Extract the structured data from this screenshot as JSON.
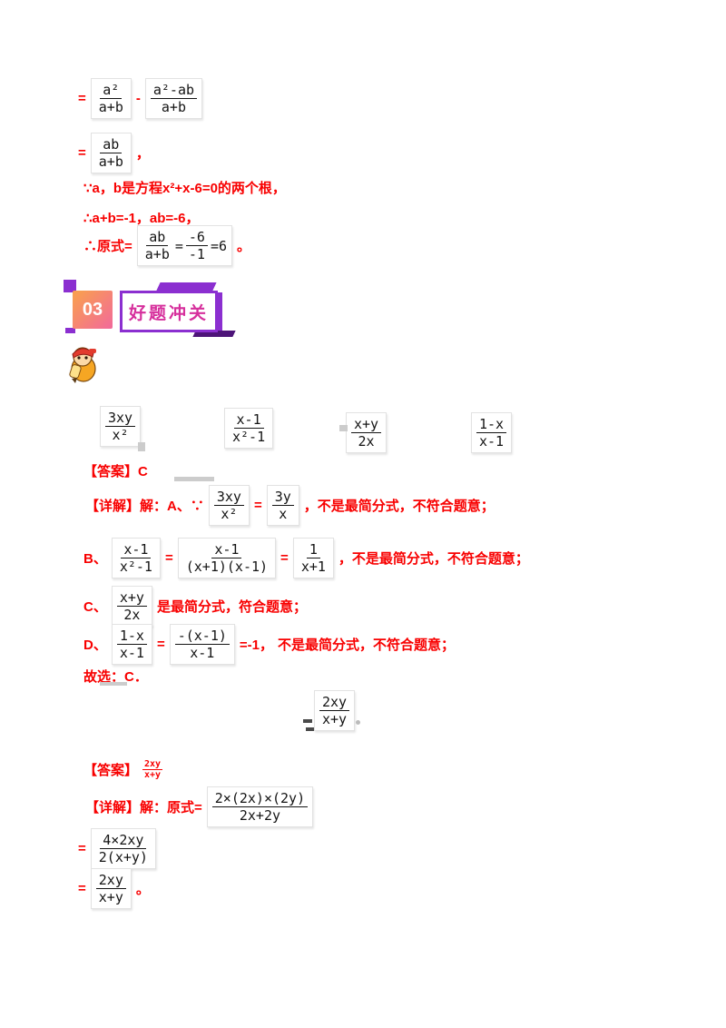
{
  "colors": {
    "accent_red": "#f80000",
    "badge_gradient_start": "#f9a24b",
    "badge_gradient_end": "#f2699b",
    "badge_border_purple": "#8b2fd0",
    "badge_title_magenta": "#d62f9c",
    "formula_text": "#141414"
  },
  "icons": {
    "mascot": "pencil-mascot"
  },
  "sol1": {
    "eq1": "=",
    "f1": {
      "num": "a²",
      "den": "a+b"
    },
    "minus": "-",
    "f2": {
      "num": "a²-ab",
      "den": "a+b"
    },
    "eq2": "=",
    "f3": {
      "num": "ab",
      "den": "a+b"
    },
    "comma": "，",
    "because": "∵a，b是方程x²+x-6=0的两个根，",
    "therefore": "∴a+b=-1，ab=-6，",
    "final_prefix": "∴原式=",
    "f4a": {
      "num": "ab",
      "den": "a+b"
    },
    "f4eq": "=",
    "f4b": {
      "num": "-6",
      "den": "-1"
    },
    "f4suffix": "=6",
    "period": "。"
  },
  "badge": {
    "number": "03",
    "title": "好题冲关"
  },
  "q1": {
    "options": [
      {
        "frac": {
          "num": "3xy",
          "den": "x²"
        }
      },
      {
        "frac": {
          "num": "x-1",
          "den": "x²-1"
        }
      },
      {
        "frac": {
          "num": "x+y",
          "den": "2x"
        }
      },
      {
        "frac": {
          "num": "1-x",
          "den": "x-1"
        }
      }
    ],
    "answer_line": "【答案】C",
    "a_prefix": "【详解】解：A、∵",
    "a_f1": {
      "num": "3xy",
      "den": "x²"
    },
    "a_eq": "=",
    "a_f2": {
      "num": "3y",
      "den": "x"
    },
    "a_suffix": "，不是最简分式，不符合题意；",
    "b_label": "B、",
    "b_f1": {
      "num": "x-1",
      "den": "x²-1"
    },
    "b_eq1": "=",
    "b_f2": {
      "num": "x-1",
      "den": "(x+1)(x-1)"
    },
    "b_eq2": "=",
    "b_f3": {
      "num": "1",
      "den": "x+1"
    },
    "b_suffix": "，不是最简分式，不符合题意；",
    "c_label": "C、",
    "c_f": {
      "num": "x+y",
      "den": "2x"
    },
    "c_suffix": "是最简分式，符合题意；",
    "d_label": "D、",
    "d_f1": {
      "num": "1-x",
      "den": "x-1"
    },
    "d_eq": "=",
    "d_f2": {
      "num": "-(x-1)",
      "den": "x-1"
    },
    "d_suffix1": "=-1，",
    "d_suffix2": "不是最简分式，不符合题意；",
    "conclusion": "故选：C．"
  },
  "q2": {
    "blank_frac": {
      "num": "2xy",
      "den": "x+y"
    },
    "answer_label": "【答案】",
    "answer_frac": {
      "num": "2xy",
      "den": "x+y"
    },
    "detail_prefix": "【详解】解：原式=",
    "f1": {
      "num": "2×(2x)×(2y)",
      "den": "2x+2y"
    },
    "eq1": "=",
    "f2": {
      "num": "4×2xy",
      "den": "2(x+y)"
    },
    "eq2": "=",
    "f3": {
      "num": "2xy",
      "den": "x+y"
    },
    "period": "。"
  }
}
